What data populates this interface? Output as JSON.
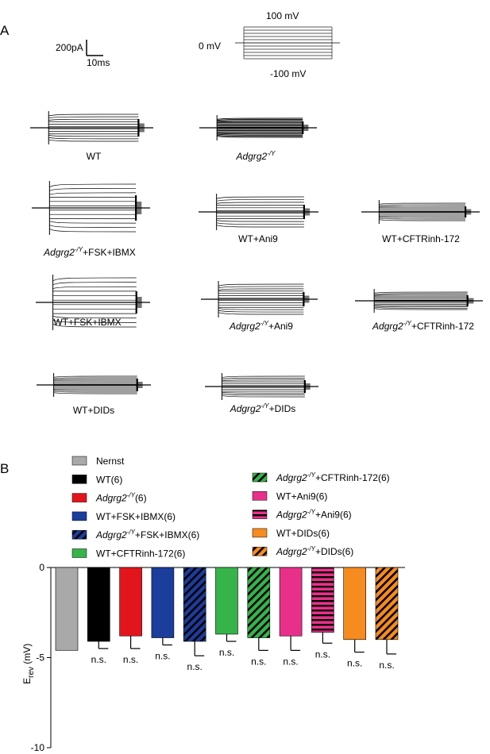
{
  "panels": {
    "a": "A",
    "b": "B"
  },
  "scalebar": {
    "current": "200pA",
    "time": "10ms"
  },
  "protocol": {
    "top": "100 mV",
    "zero": "0 mV",
    "bottom": "-100 mV"
  },
  "traces": [
    {
      "label": "WT"
    },
    {
      "label": "-/Y",
      "italic_prefix": "Adgrg2"
    },
    {
      "label": "+FSK+IBMX",
      "italic_prefix": "Adgrg2",
      "sup": "-/Y"
    },
    {
      "label": "WT+Ani9"
    },
    {
      "label": "WT+CFTRinh-172"
    },
    {
      "label": "WT+FSK+IBMX"
    },
    {
      "label": "+Ani9",
      "italic_prefix": "Adgrg2",
      "sup": "-/Y"
    },
    {
      "label": "+CFTRinh-172",
      "italic_prefix": "Adgrg2",
      "sup": "-/Y"
    },
    {
      "label": "WT+DIDs"
    },
    {
      "label": "+DIDs",
      "italic_prefix": "Adgrg2",
      "sup": "-/Y"
    }
  ],
  "chart_data": {
    "type": "bar",
    "ylabel_main": "E",
    "ylabel_sub": "rev",
    "ylabel_unit": " (mV)",
    "ylim": [
      -10,
      0
    ],
    "yticks": [
      "0",
      "-5",
      "-10"
    ],
    "bars": [
      {
        "legend": "Nernst",
        "italic": "",
        "sup": "",
        "rest": "",
        "value": -4.6,
        "err": 0,
        "color": "#a9a9a9",
        "hatch": "none",
        "sig": ""
      },
      {
        "legend": "WT(6)",
        "italic": "",
        "sup": "",
        "rest": "",
        "value": -4.1,
        "err": 0.4,
        "color": "#000000",
        "hatch": "none",
        "sig": "n.s."
      },
      {
        "legend": "",
        "italic": "Adgrg2",
        "sup": "-/Y",
        "rest": "(6)",
        "value": -3.8,
        "err": 0.7,
        "color": "#e3151c",
        "hatch": "none",
        "sig": "n.s."
      },
      {
        "legend": "WT+FSK+IBMX(6)",
        "italic": "",
        "sup": "",
        "rest": "",
        "value": -3.9,
        "err": 0.4,
        "color": "#1b3d9c",
        "hatch": "none",
        "sig": "n.s."
      },
      {
        "legend": "",
        "italic": "Adgrg2",
        "sup": "-/Y",
        "rest": "+FSK+IBMX(6)",
        "value": -4.1,
        "err": 0.8,
        "color": "#1b3d9c",
        "hatch": "diag",
        "sig": "n.s."
      },
      {
        "legend": "WT+CFTRinh-172(6)",
        "italic": "",
        "sup": "",
        "rest": "",
        "value": -3.7,
        "err": 0.4,
        "color": "#36b44a",
        "hatch": "none",
        "sig": "n.s."
      },
      {
        "legend": "",
        "italic": "Adgrg2",
        "sup": "-/Y",
        "rest": "+CFTRinh-172(6)",
        "value": -3.9,
        "err": 0.7,
        "color": "#36b44a",
        "hatch": "diag",
        "sig": "n.s."
      },
      {
        "legend": "WT+Ani9(6)",
        "italic": "",
        "sup": "",
        "rest": "",
        "value": -3.8,
        "err": 0.8,
        "color": "#e8308a",
        "hatch": "none",
        "sig": "n.s."
      },
      {
        "legend": "",
        "italic": "Adgrg2",
        "sup": "-/Y",
        "rest": "+Ani9(6)",
        "value": -3.6,
        "err": 0.6,
        "color": "#e8308a",
        "hatch": "horiz",
        "sig": "n.s."
      },
      {
        "legend": "WT+DIDs(6)",
        "italic": "",
        "sup": "",
        "rest": "",
        "value": -4.0,
        "err": 0.7,
        "color": "#f68b1f",
        "hatch": "none",
        "sig": "n.s."
      },
      {
        "legend": "",
        "italic": "Adgrg2",
        "sup": "-/Y",
        "rest": "+DIDs(6)",
        "value": -4.0,
        "err": 0.8,
        "color": "#f68b1f",
        "hatch": "diag",
        "sig": "n.s."
      }
    ]
  }
}
